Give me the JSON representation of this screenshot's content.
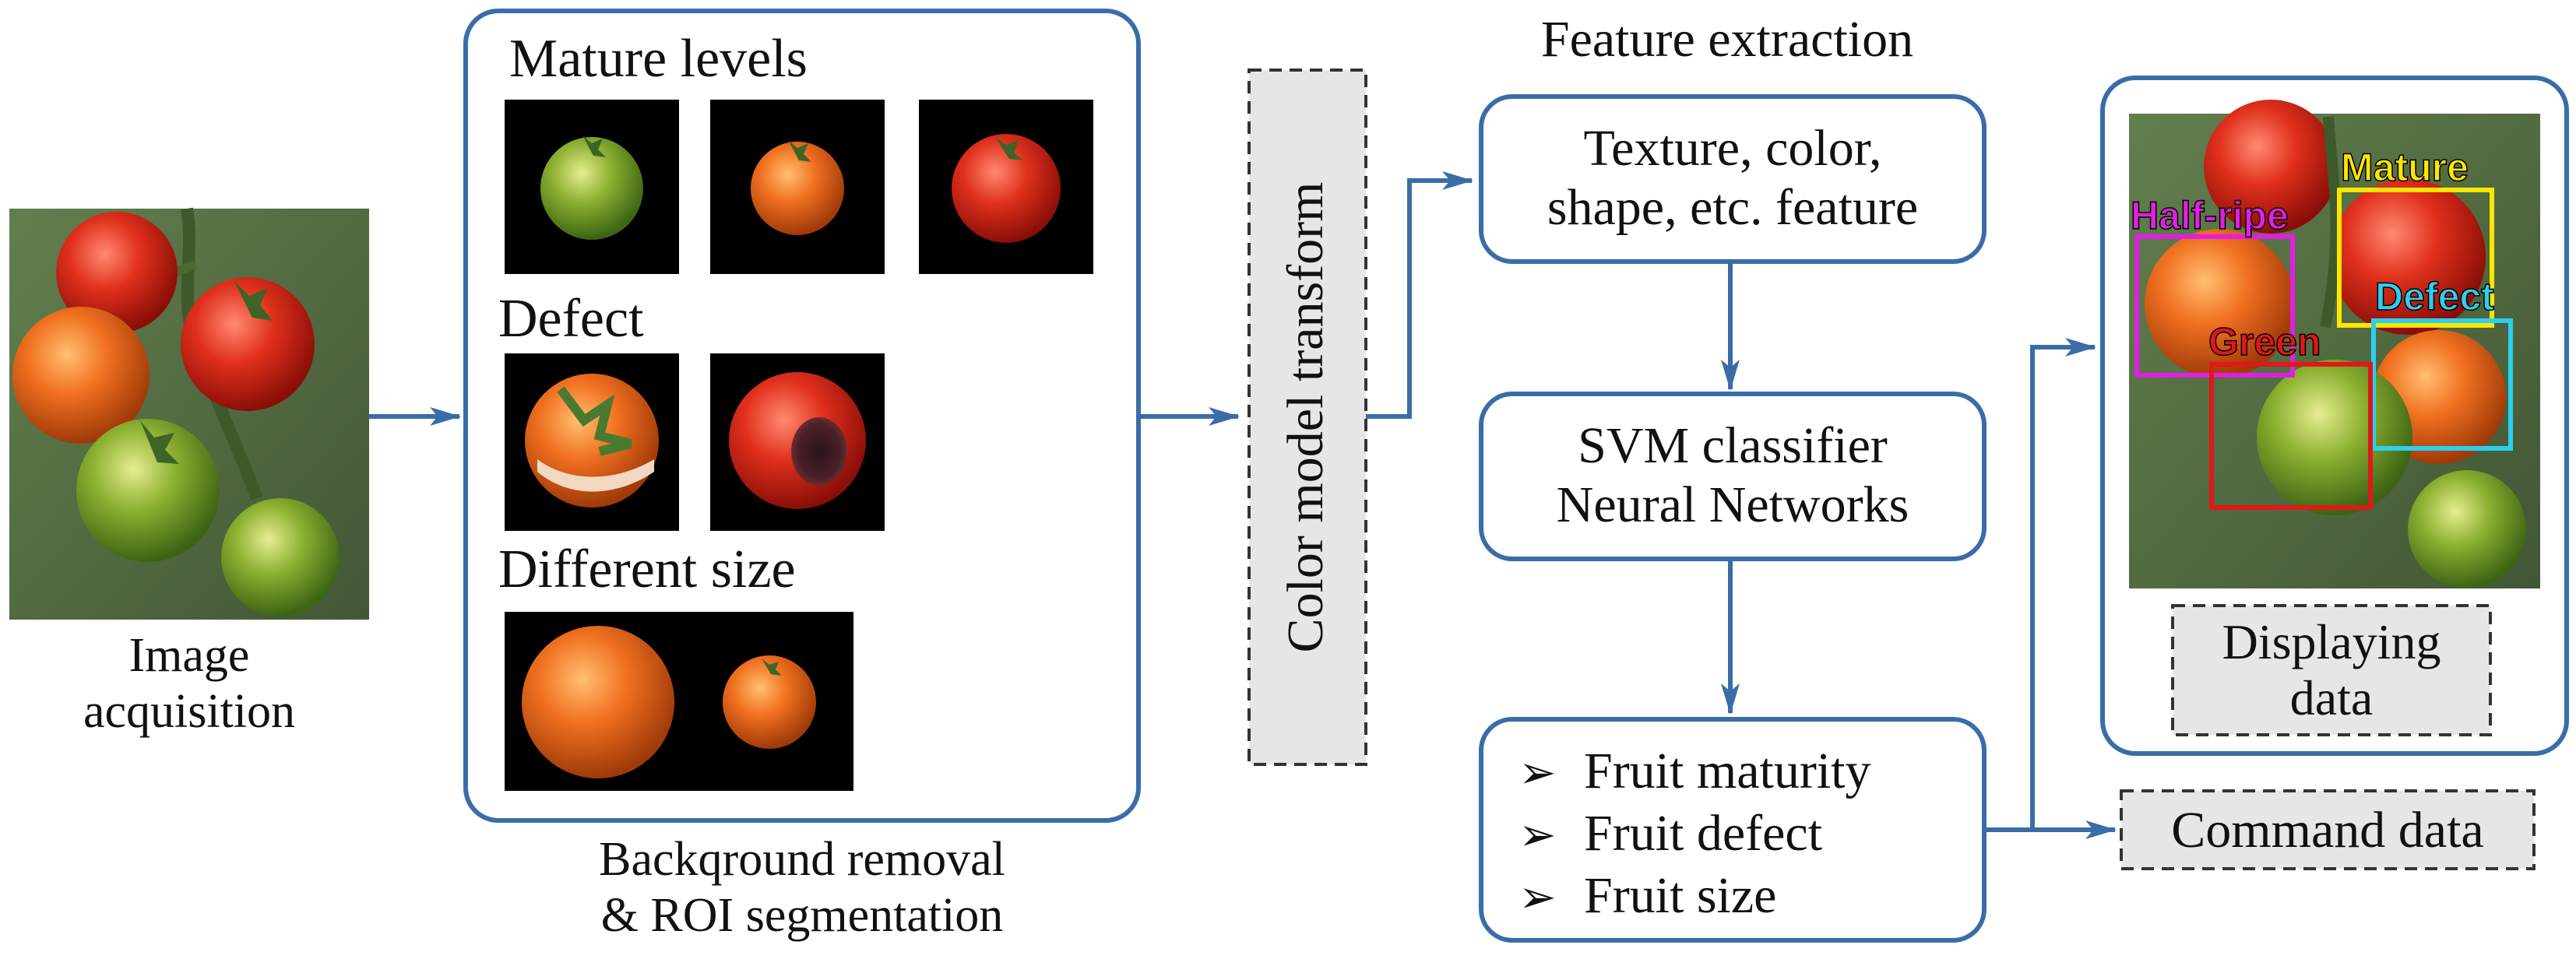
{
  "input": {
    "caption_line1": "Image",
    "caption_line2": "acquisition"
  },
  "preprocessing": {
    "mature_label": "Mature levels",
    "defect_label": "Defect",
    "size_label": "Different size",
    "caption_line1": "Backqround removal",
    "caption_line2": "& ROI segmentation"
  },
  "transform": {
    "label": "Color model transform"
  },
  "feature": {
    "title": "Feature extraction",
    "box_line1": "Texture, color,",
    "box_line2": "shape, etc. feature"
  },
  "classifier": {
    "line1": "SVM classifier",
    "line2": "Neural Networks"
  },
  "outputs": {
    "arrow_symbol": "➢",
    "items": [
      "Fruit maturity",
      "Fruit defect",
      "Fruit size"
    ]
  },
  "display": {
    "labels": {
      "half_ripe": "Half-ripe",
      "mature": "Mature",
      "defect": "Defect",
      "green": "Green"
    },
    "label_colors": {
      "half_ripe": "#e020e0",
      "mature": "#ffe600",
      "defect": "#2ad0f0",
      "green": "#e01818"
    },
    "caption_line1": "Displaying",
    "caption_line2": "data"
  },
  "command": {
    "label": "Command data"
  },
  "colors": {
    "flow": "#3a6da8",
    "dashed_box_fill": "#e6e6e6"
  }
}
